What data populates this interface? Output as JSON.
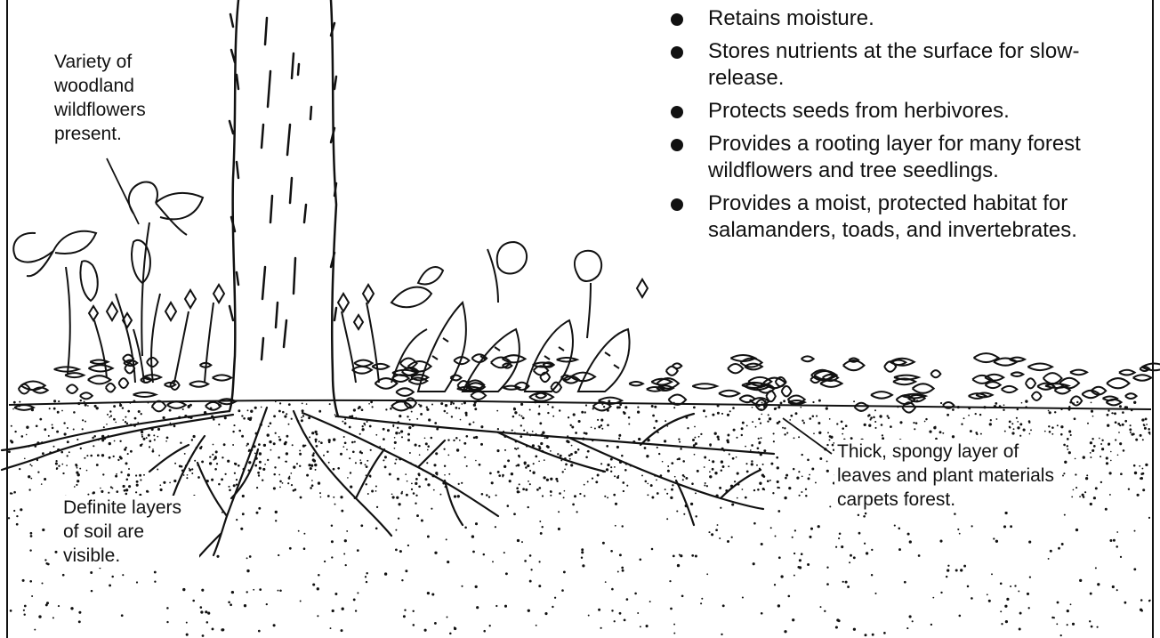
{
  "benefits": [
    "Retains moisture.",
    "Stores nutrients at the surface for slow-release.",
    "Protects seeds from herbivores.",
    "Provides a rooting layer for many forest wildflowers and tree seedlings.",
    "Provides a moist, protected habitat for salamanders, toads, and invertebrates."
  ],
  "labels": {
    "wildflowers": "Variety of woodland wildflowers present.",
    "soil_layers": "Definite layers of soil are visible.",
    "leaf_layer": "Thick, spongy layer of leaves and plant materials carpets forest."
  }
}
